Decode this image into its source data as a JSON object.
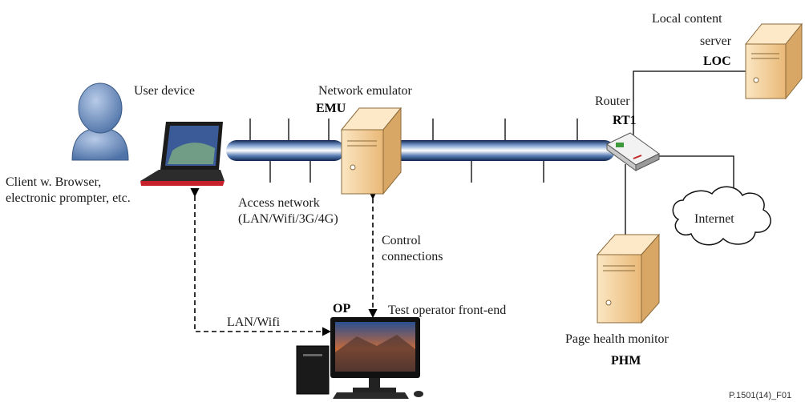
{
  "colors": {
    "server_body": "#f8d9a6",
    "server_edge": "#8a6a3a",
    "pipe_core": "#5a7fb6",
    "pipe_edge": "#0d2650",
    "person": "#6f8fbf",
    "cloud_fill": "#ffffff"
  },
  "labels": {
    "user_device": "User device",
    "client_line1": "Client w. Browser,",
    "client_line2": "electronic prompter, etc.",
    "network_emulator": "Network emulator",
    "emu": "EMU",
    "access_network": "Access network",
    "access_types": "(LAN/Wifi/3G/4G)",
    "control_line1": "Control",
    "control_line2": "connections",
    "router": "Router",
    "rt1": "RT1",
    "local_content_line1": "Local content",
    "local_content_line2": "server",
    "loc": "LOC",
    "internet": "Internet",
    "page_health_monitor": "Page health monitor",
    "phm": "PHM",
    "lan_wifi": "LAN/Wifi",
    "op": "OP",
    "test_operator": "Test operator front-end",
    "figure_id": "P.1501(14)_F01"
  }
}
